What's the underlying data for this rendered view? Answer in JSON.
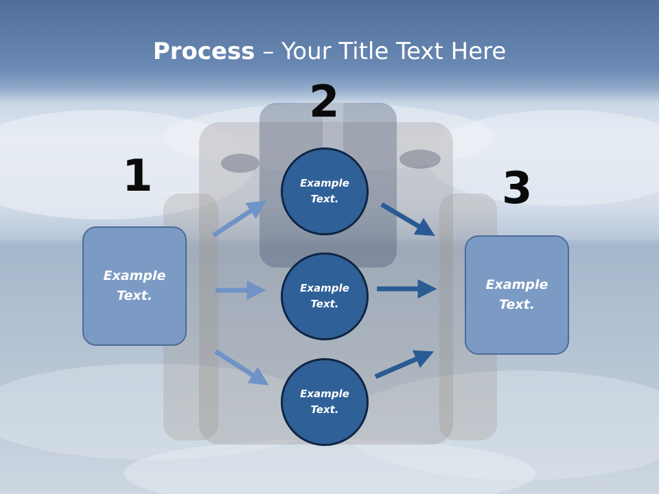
{
  "title": {
    "bold": "Process",
    "rest": " – Your Title Text Here"
  },
  "steps": [
    {
      "number": "1",
      "box_text": "Example Text."
    },
    {
      "number": "2",
      "circles": [
        "Example Text.",
        "Example Text.",
        "Example Text."
      ]
    },
    {
      "number": "3",
      "box_text": "Example Text."
    }
  ],
  "colors": {
    "box_fill": "#7c9bc4",
    "circle_fill": "#2f6097",
    "arrow_light": "#6f93c6",
    "arrow_dark": "#2a5b95"
  }
}
